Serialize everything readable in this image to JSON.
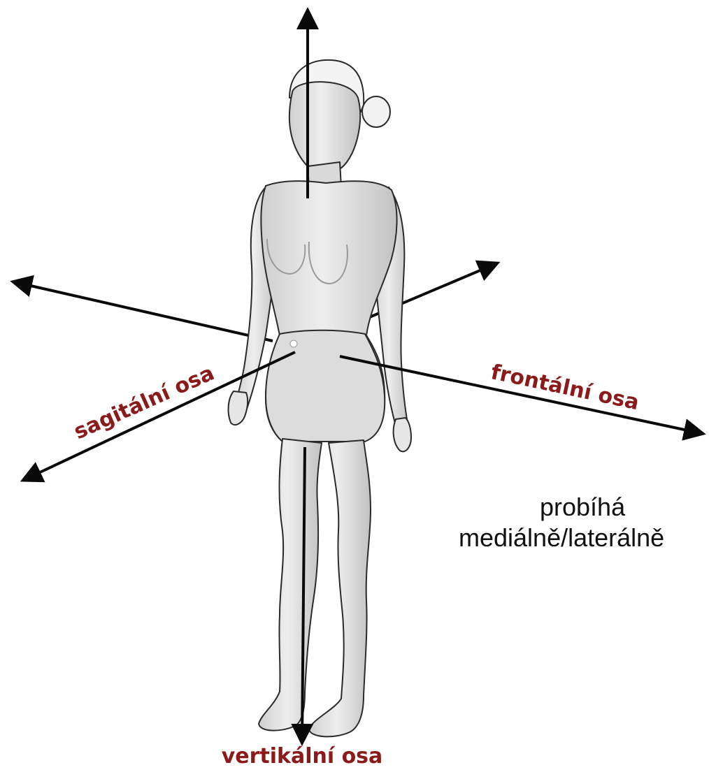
{
  "colors": {
    "label": "#8b1a1a",
    "axis": "#0a0a0a",
    "body_fill": "#e4e4e4",
    "body_shade": "#c9c9c9",
    "body_outline": "#2a2a2a"
  },
  "figure": {
    "icon": "human-figure-illustration"
  },
  "axes": {
    "vertical": {
      "label": "vertikální osa"
    },
    "sagittal": {
      "label": "sagitální osa"
    },
    "frontal": {
      "label": "frontální osa"
    }
  },
  "note": {
    "line1": "probíhá",
    "line2": "mediálně/laterálně"
  }
}
